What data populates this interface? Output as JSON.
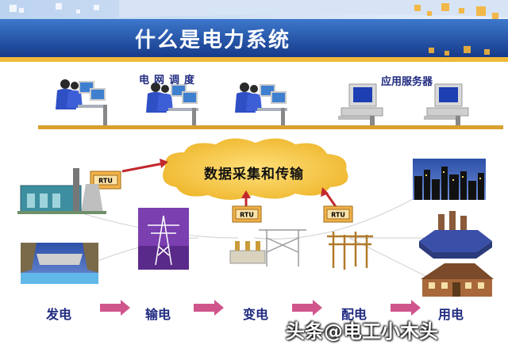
{
  "title": "什么是电力系统",
  "top": {
    "grid_dispatch_label": "电网调度",
    "server_label": "应用服务器"
  },
  "cloud": {
    "label": "数据采集和传输"
  },
  "rtu_label": "RTU",
  "steps": [
    {
      "label": "发电"
    },
    {
      "label": "输电"
    },
    {
      "label": "变电"
    },
    {
      "label": "配电"
    },
    {
      "label": "用电"
    }
  ],
  "watermark": "头条@电工小木头",
  "colors": {
    "header_blue": "#1c3d8f",
    "bus_orange": "#d9a030",
    "cloud_yellow": "#f5c33a",
    "arrow_pink": "#d0558c",
    "label_navy": "#1f2a80"
  }
}
